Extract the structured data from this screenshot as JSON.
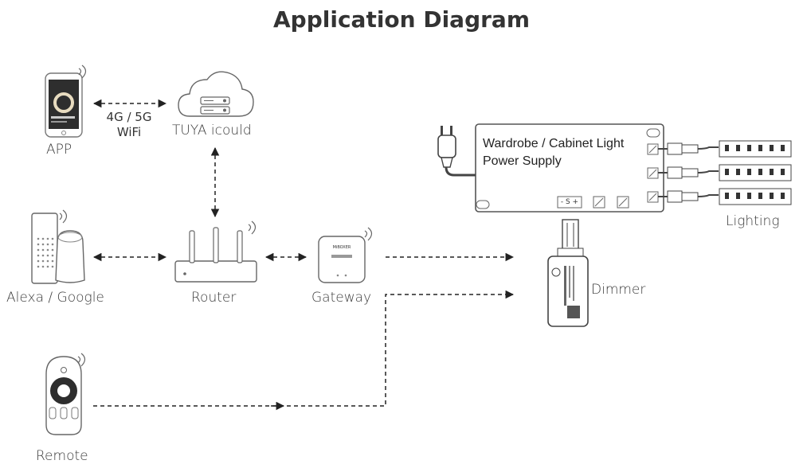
{
  "title": "Application Diagram",
  "nodes": {
    "app": "APP",
    "wifi": "4G / 5G",
    "wifi2": "WiFi",
    "cloud": "TUYA icould",
    "alexa": "Alexa / Google",
    "router": "Router",
    "gateway": "Gateway",
    "remote": "Remote",
    "dimmer": "Dimmer",
    "lighting": "Lighting"
  },
  "psu": {
    "line1": "Wardrobe / Cabinet Light",
    "line2": "Power Supply",
    "port_label": "- S +"
  },
  "brand": "MiBOXER"
}
